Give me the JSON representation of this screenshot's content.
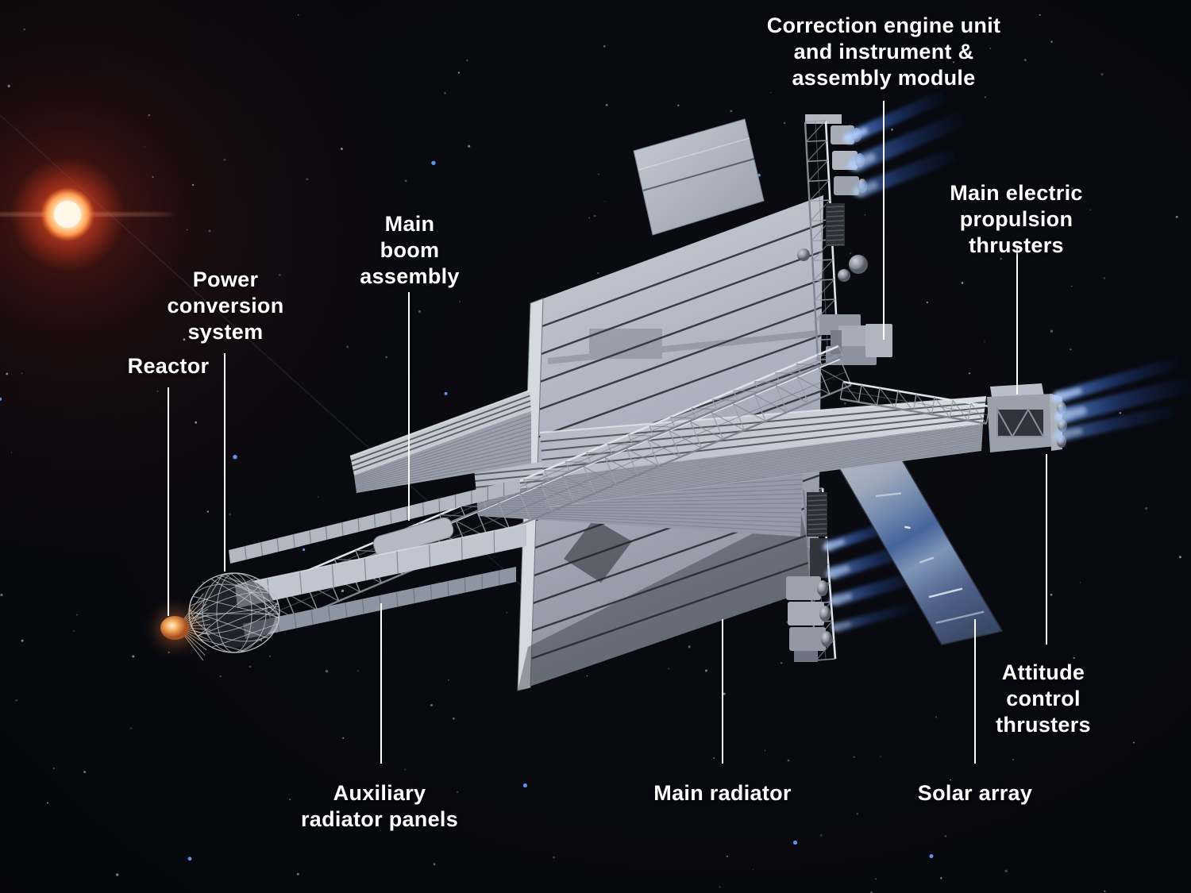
{
  "figure": {
    "type": "annotated-spacecraft-diagram",
    "labels": {
      "correction_engine": "Correction engine unit\nand instrument &\nassembly module",
      "main_electric": "Main electric\npropulsion thrusters",
      "main_boom": "Main\nboom\nassembly",
      "power_conversion": "Power\nconversion\nsystem",
      "reactor": "Reactor",
      "attitude": "Attitude\ncontrol\nthrusters",
      "aux_radiator": "Auxiliary\nradiator panels",
      "main_radiator": "Main radiator",
      "solar_array": "Solar array"
    }
  },
  "colors": {
    "label_text": "#ffffff",
    "leader_line": "#ffffff",
    "hull_light": "#ccd0d9",
    "hull_mid": "#aab0bc",
    "hull_dark": "#878d99",
    "panel_line": "#23262c",
    "plume_blue": "#3a78e0",
    "plume_core": "#bcd6ff",
    "reactor_glow": "#ff7a35",
    "star_glow": "#ff5a2a",
    "solar_blue": "#46649a",
    "background": "#07080d"
  }
}
